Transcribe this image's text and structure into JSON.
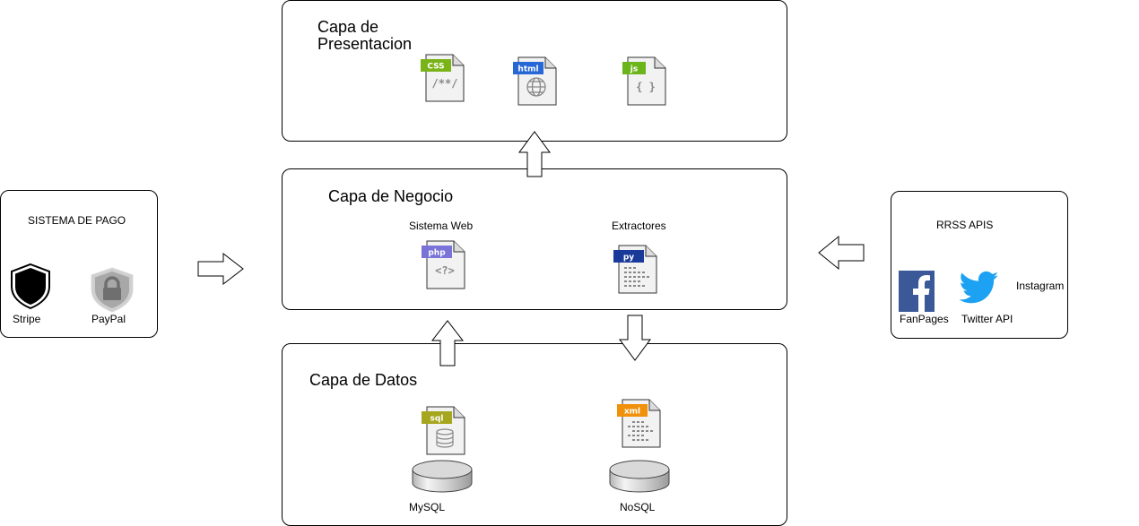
{
  "presentation": {
    "title": "Capa de\nPresentacion",
    "files": [
      "CSS",
      "html",
      "js"
    ],
    "css_glyph": "/**/",
    "js_glyph": "{ }"
  },
  "business": {
    "title": "Capa de Negocio",
    "web_label": "Sistema Web",
    "extract_label": "Extractores",
    "files": [
      "php",
      "py"
    ],
    "php_glyph": "<?>"
  },
  "data": {
    "title": "Capa de Datos",
    "files": [
      "sql",
      "xml"
    ],
    "db1": "MySQL",
    "db2": "NoSQL"
  },
  "payment": {
    "title": "SISTEMA DE PAGO",
    "stripe": "Stripe",
    "paypal": "PayPal"
  },
  "social": {
    "title": "RRSS APIS",
    "facebook": "FanPages",
    "twitter": "Twitter API",
    "instagram": "Instagram"
  },
  "colors": {
    "css": "#7ab317",
    "html": "#2767d6",
    "js": "#6cb41b",
    "php": "#7a73d8",
    "py": "#1a3a99",
    "sql": "#a6a61f",
    "xml": "#f0900b",
    "facebook": "#3b5998",
    "twitter": "#1da1f2"
  }
}
